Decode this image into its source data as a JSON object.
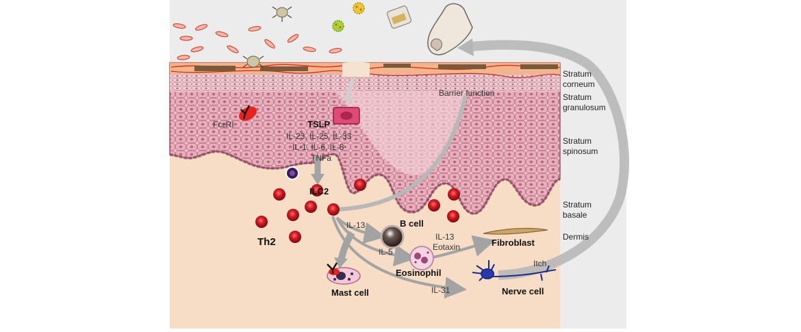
{
  "labels": {
    "tslp": "TSLP",
    "cyto1": "IL-23, IL-25, IL-33",
    "cyto2": "IL-1, IL-6, IL-8",
    "cyto3": "TNFa",
    "fceri": "FcεRI",
    "ilc2": "ILC2",
    "th2": "Th2",
    "barrier": "Barrier function",
    "il13": "IL-13",
    "bcell": "B cell",
    "il5": "IL-5",
    "il13_2": "IL-13",
    "eotaxin": "Eotaxin",
    "fibroblast": "Fibroblast",
    "eosinophil": "Eosinophil",
    "mast": "Mast cell",
    "il31": "IL-31",
    "nerve": "Nerve cell",
    "itch": "Itch"
  },
  "layers": {
    "corneum1": "Stratum",
    "corneum2": "corneum",
    "granulosum1": "Stratum",
    "granulosum2": "granulosum",
    "spinosum1": "Stratum",
    "spinosum2": "spinosum",
    "basale1": "Stratum",
    "basale2": "basale",
    "dermis": "Dermis"
  },
  "colors": {
    "dermis": "#f7dcc6",
    "epidermis": "#efc6cf",
    "cell_fill": "#e7a6b6",
    "cell_stroke": "#b86a7e",
    "corneum": "#f2b58c",
    "red_cell": "#b3121e",
    "arrow": "#a3a3a3"
  }
}
